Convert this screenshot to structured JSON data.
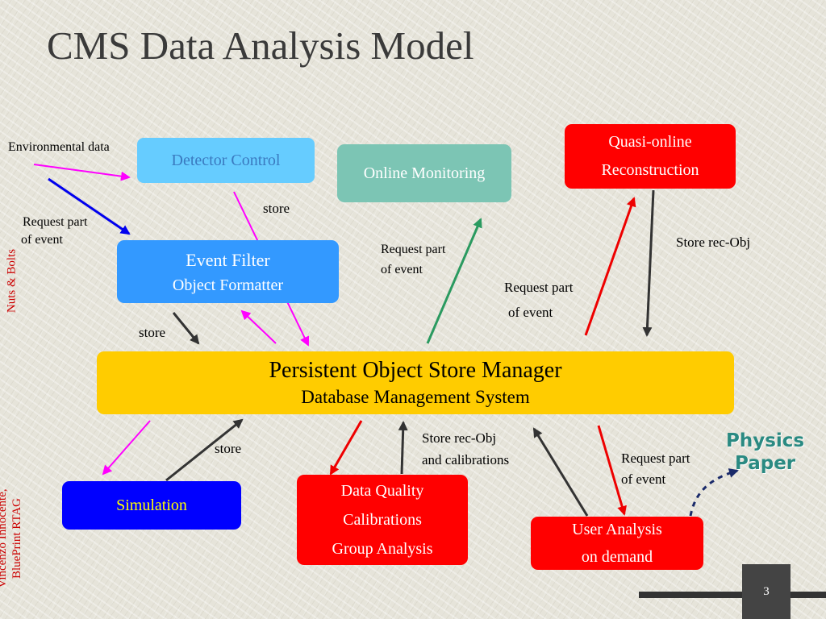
{
  "title": "CMS Data Analysis Model",
  "colors": {
    "light_blue": "#66ccff",
    "teal": "#7cc5b4",
    "red": "#ff0000",
    "medium_blue": "#3399ff",
    "yellow": "#ffcc00",
    "dark_blue": "#0000ff",
    "magenta": "#ff00ff",
    "green": "#2a9a60",
    "dark": "#333333"
  },
  "boxes": {
    "detector_control": "Detector Control",
    "online_monitoring": "Online Monitoring",
    "quasi_online": {
      "line1": "Quasi-online",
      "line2": "Reconstruction"
    },
    "event_filter": {
      "line1": "Event Filter",
      "line2": "Object Formatter"
    },
    "posm": {
      "line1": "Persistent Object Store Manager",
      "line2": "Database Management System"
    },
    "simulation": "Simulation",
    "data_quality": {
      "line1": "Data Quality",
      "line2": "Calibrations",
      "line3": "Group Analysis"
    },
    "user_analysis": {
      "line1": "User Analysis",
      "line2": "on demand"
    }
  },
  "labels": {
    "environmental_data": "Environmental data",
    "request_part_left": {
      "line1": "Request part",
      "line2": "of event"
    },
    "store_top": "store",
    "request_part_middle": {
      "line1": "Request part",
      "line2": "of event"
    },
    "request_part_right": {
      "line1": "Request part",
      "line2": "of event"
    },
    "store_rec_obj_top": "Store rec-Obj",
    "store_left": "store",
    "store_bottom": "store",
    "store_rec_obj_bottom": {
      "line1": "Store rec-Obj",
      "line2": "and calibrations"
    },
    "request_part_bottom": {
      "line1": "Request part",
      "line2": "of event"
    },
    "physics_paper": {
      "line1": "Physics",
      "line2": "Paper"
    }
  },
  "side_text": {
    "nuts_bolts": "Nuts & Bolts",
    "author_line1": "Vincenzo Innocente,",
    "author_line2": "BluePrint RTAG"
  },
  "page_number": "3"
}
